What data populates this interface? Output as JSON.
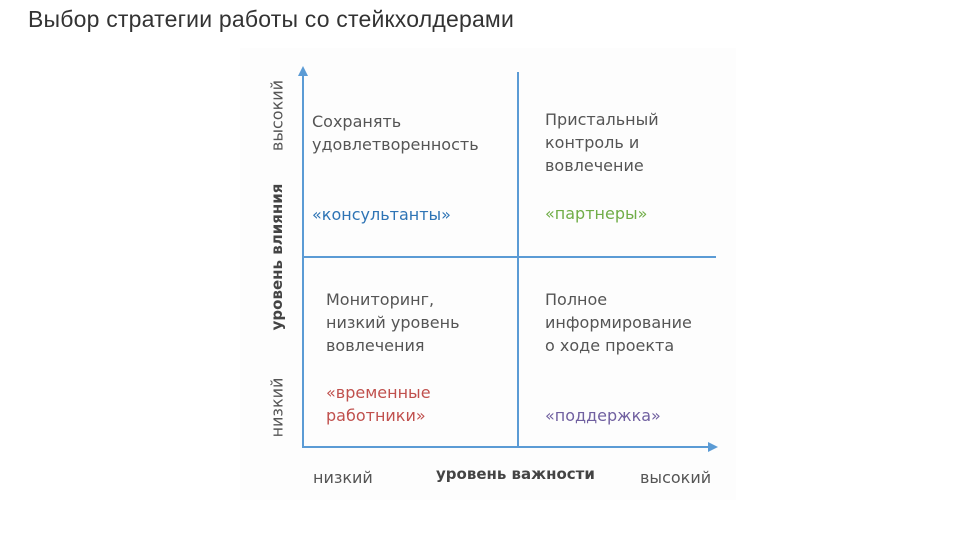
{
  "slide": {
    "title": "Выбор стратегии работы со стейкхолдерами"
  },
  "axes": {
    "y_title": "уровень влияния",
    "y_high": "высокий",
    "y_low": "низкий",
    "x_title": "уровень важности",
    "x_low": "низкий",
    "x_high": "высокий"
  },
  "quadrants": {
    "top_left": {
      "text": "Сохранять\nудовлетворенность",
      "tag": "«консультанты»",
      "tag_color": "#2e74b5"
    },
    "top_right": {
      "text": "Пристальный\nконтроль и\nвовлечение",
      "tag": "«партнеры»",
      "tag_color": "#70ad47"
    },
    "bottom_left": {
      "text": "Мониторинг,\nнизкий уровень\nвовлечения",
      "tag": "«временные\nработники»",
      "tag_color": "#c0504d"
    },
    "bottom_right": {
      "text": "Полное\nинформирование\nо ходе проекта",
      "tag": "«поддержка»",
      "tag_color": "#7060a0"
    }
  },
  "colors": {
    "axis": "#5b9bd5",
    "text": "#555555"
  }
}
